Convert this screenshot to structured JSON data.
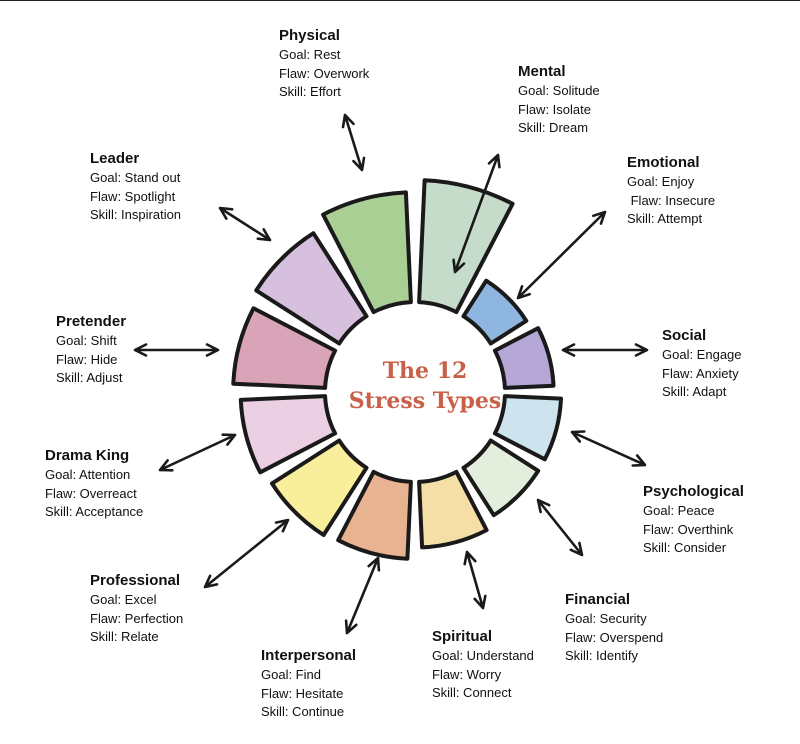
{
  "center_title": [
    "The 12",
    "Stress Types"
  ],
  "colors": {
    "stroke": "#1a1a1a",
    "arrow": "#1a1a1a",
    "title": "#c9614a"
  },
  "types": [
    {
      "name": "Physical",
      "goal": "Goal: Rest",
      "flaw": "Flaw: Overwork",
      "skill": "Skill: Effort",
      "color": "#c6dccb",
      "level": 1.0
    },
    {
      "name": "Mental",
      "goal": "Goal: Solitude",
      "flaw": "Flaw: Isolate",
      "skill": "Skill: Dream",
      "color": "#8fb6e0",
      "level": 0.15
    },
    {
      "name": "Emotional",
      "goal": "Goal: Enjoy",
      "flaw": " Flaw: Insecure",
      "skill": "Skill: Attempt",
      "color": "#b6a8d6",
      "level": 0.22
    },
    {
      "name": "Social",
      "goal": "Goal: Engage",
      "flaw": "Flaw: Anxiety",
      "skill": "Skill: Adapt",
      "color": "#cde4ee",
      "level": 0.3
    },
    {
      "name": "Psychological",
      "goal": "Goal: Peace",
      "flaw": "Flaw: Overthink",
      "skill": "Skill: Consider",
      "color": "#e3efdc",
      "level": 0.3
    },
    {
      "name": "Financial",
      "goal": "Goal: Security",
      "flaw": "Flaw: Overspend",
      "skill": "Skill: Identify",
      "color": "#f5dfa6",
      "level": 0.4
    },
    {
      "name": "Spiritual",
      "goal": "Goal: Understand",
      "flaw": "Flaw: Worry",
      "skill": "Skill: Connect",
      "color": "#e8b391",
      "level": 0.52
    },
    {
      "name": "Interpersonal",
      "goal": "Goal: Find",
      "flaw": "Flaw: Hesitate",
      "skill": "Skill: Continue",
      "color": "#f8ee9c",
      "level": 0.55
    },
    {
      "name": "Professional",
      "goal": "Goal: Excel",
      "flaw": "Flaw: Perfection",
      "skill": "Skill: Relate",
      "color": "#ead0e2",
      "level": 0.6
    },
    {
      "name": "Drama King",
      "goal": "Goal: Attention",
      "flaw": "Flaw: Overreact",
      "skill": "Skill: Acceptance",
      "color": "#d9a4b7",
      "level": 0.68
    },
    {
      "name": "Pretender",
      "goal": "Goal: Shift",
      "flaw": "Flaw: Hide",
      "skill": "Skill: Adjust",
      "color": "#d6c0de",
      "level": 0.75
    },
    {
      "name": "Leader",
      "goal": "Goal: Stand out",
      "flaw": "Flaw: Spotlight",
      "skill": "Skill: Inspiration",
      "color": "#a9cf95",
      "level": 0.87
    }
  ]
}
